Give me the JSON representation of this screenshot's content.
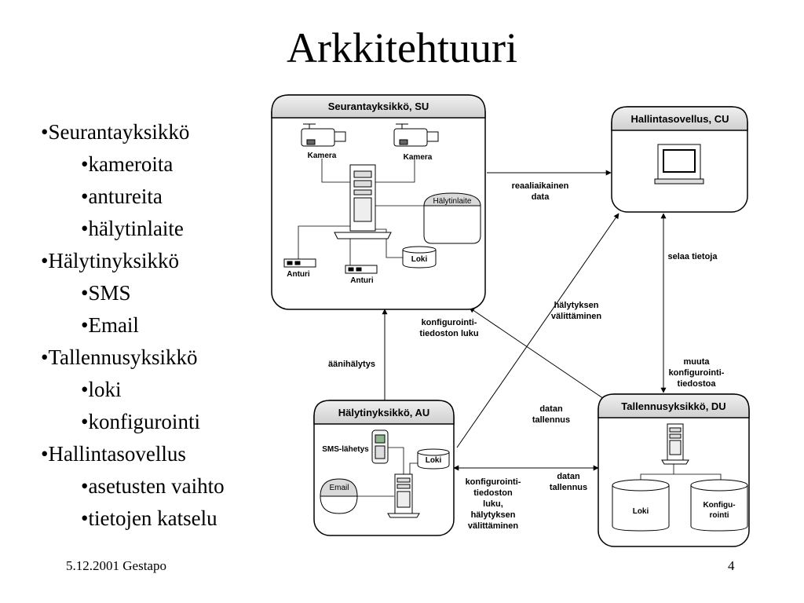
{
  "title": "Arkkitehtuuri",
  "bullets": [
    {
      "level": 1,
      "text": "•Seurantayksikkö"
    },
    {
      "level": 2,
      "text": "•kameroita"
    },
    {
      "level": 2,
      "text": "•antureita"
    },
    {
      "level": 2,
      "text": "•hälytinlaite"
    },
    {
      "level": 1,
      "text": "•Hälytinyksikkö"
    },
    {
      "level": 2,
      "text": "•SMS"
    },
    {
      "level": 2,
      "text": "•Email"
    },
    {
      "level": 1,
      "text": "•Tallennusyksikkö"
    },
    {
      "level": 2,
      "text": "•loki"
    },
    {
      "level": 2,
      "text": "•konfigurointi"
    },
    {
      "level": 1,
      "text": "•Hallintasovellus"
    },
    {
      "level": 2,
      "text": "•asetusten vaihto"
    },
    {
      "level": 2,
      "text": "•tietojen katselu"
    }
  ],
  "footer": {
    "date": "5.12.2001 Gestapo",
    "page": "4"
  },
  "diagram": {
    "su": {
      "title": "Seurantayksikkö, SU",
      "camera1": "Kamera",
      "camera2": "Kamera",
      "alarm_device": "Hälytinlaite",
      "log": "Loki",
      "sensor1": "Anturi",
      "sensor2": "Anturi"
    },
    "cu": {
      "title": "Hallintasovellus, CU"
    },
    "au": {
      "title": "Hälytinyksikkö, AU",
      "sms": "SMS-lähetys",
      "email": "Email",
      "log": "Loki"
    },
    "du": {
      "title": "Tallennusyksikkö, DU",
      "log": "Loki",
      "config_l1": "Konfigu-",
      "config_l2": "rointi"
    },
    "edges": {
      "realtime_l1": "reaaliaikainen",
      "realtime_l2": "data",
      "browse": "selaa tietoja",
      "alarm_fwd_l1": "hälytyksen",
      "alarm_fwd_l2": "välittäminen",
      "config_read_l1": "konfigurointi-",
      "config_read_l2": "tiedoston luku",
      "audio_alarm": "äänihälytys",
      "modify_l1": "muuta",
      "modify_l2": "konfigurointi-",
      "modify_l3": "tiedostoa",
      "save1_l1": "datan",
      "save1_l2": "tallennus",
      "save2_l1": "datan",
      "save2_l2": "tallennus",
      "au_du_l1": "konfigurointi-",
      "au_du_l2": "tiedoston",
      "au_du_l3": "luku,",
      "au_du_l4": "hälytyksen",
      "au_du_l5": "välittäminen"
    }
  }
}
